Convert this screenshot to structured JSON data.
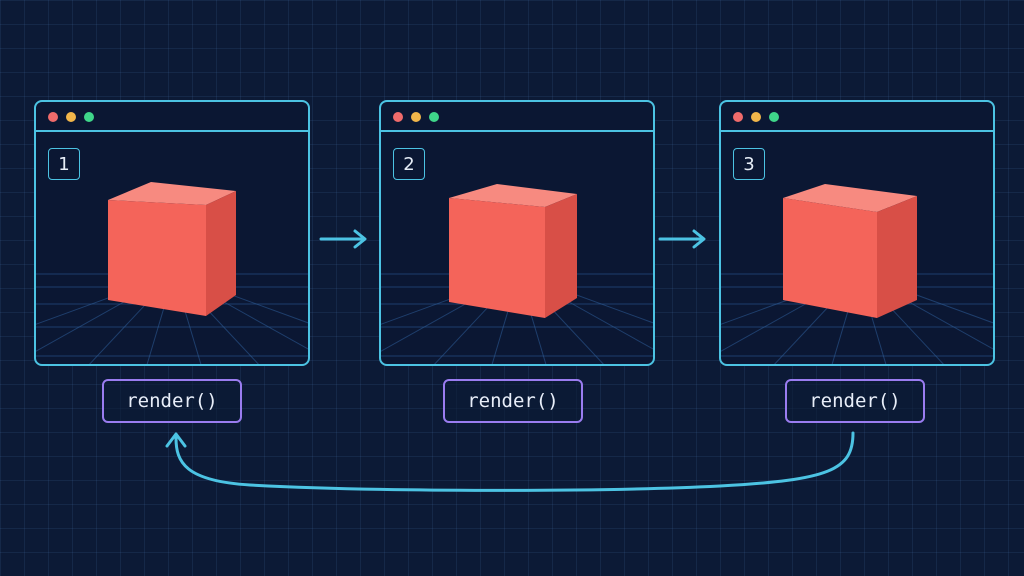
{
  "colors": {
    "background": "#0c1a36",
    "window_border": "#4cc3e3",
    "cube_front": "#f4645a",
    "cube_top": "#f78a80",
    "cube_side": "#d84f47",
    "label_border": "#9a7cf0",
    "arrow": "#4cc3e3",
    "dot_red": "#f06b6b",
    "dot_yellow": "#f2b64a",
    "dot_green": "#3fd68a"
  },
  "frames": [
    {
      "number": "1",
      "label": "render()"
    },
    {
      "number": "2",
      "label": "render()"
    },
    {
      "number": "3",
      "label": "render()"
    }
  ],
  "icons": [
    "arrow-right-icon",
    "loop-arrow-icon",
    "cube-icon"
  ]
}
